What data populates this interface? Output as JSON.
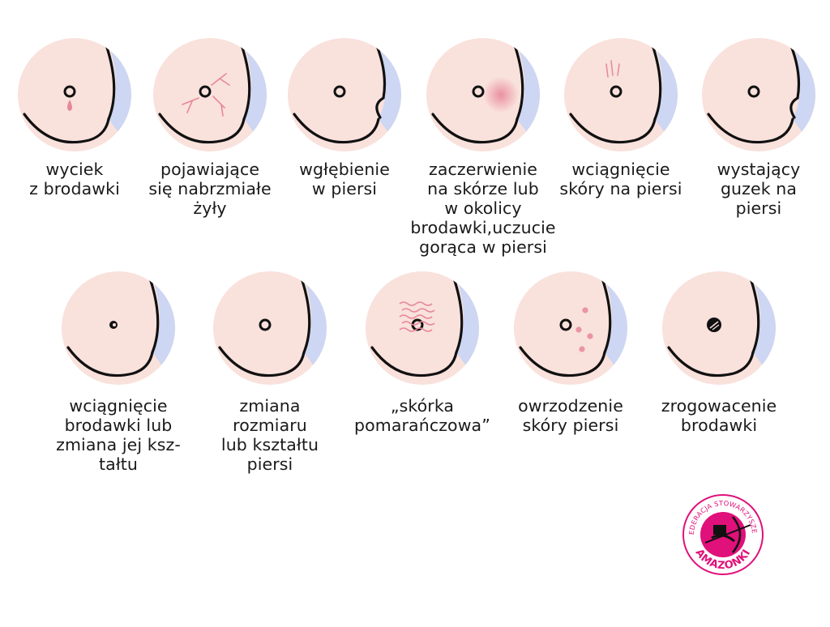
{
  "symptoms_row1": [
    {
      "label": "wyciek\nz brodawki",
      "icon": "nipple-discharge-icon"
    },
    {
      "label": "pojawiające\nsię nabrzmiałe\nżyły",
      "icon": "swollen-veins-icon"
    },
    {
      "label": "wgłębienie\nw piersi",
      "icon": "breast-dimple-icon"
    },
    {
      "label": "zaczerwienie\nna skórze lub\nw okolicy\nbrodawki,uczucie\ngorąca w piersi",
      "icon": "skin-redness-icon"
    },
    {
      "label": "wciągnięcie\nskóry na piersi",
      "icon": "skin-retraction-icon"
    },
    {
      "label": "wystający\nguzek na\npiersi",
      "icon": "protruding-lump-icon"
    }
  ],
  "symptoms_row2": [
    {
      "label": "wciągnięcie\nbrodawki lub\nzmiana jej ksz-\ntałtu",
      "icon": "nipple-retraction-icon"
    },
    {
      "label": "zmiana\nrozmiaru\nlub kształtu\npiersi",
      "icon": "shape-change-icon"
    },
    {
      "label": "„skórka\npomarańczowa”",
      "icon": "orange-peel-skin-icon"
    },
    {
      "label": "owrzodzenie\nskóry piersi",
      "icon": "skin-ulceration-icon"
    },
    {
      "label": "zrogowacenie\nbrodawki",
      "icon": "nipple-scaling-icon"
    }
  ],
  "logo": {
    "top_text": "FEDERACJA STOWARZYSZEŃ",
    "bottom_text": "AMAZONKI",
    "icon": "amazonki-logo-icon"
  },
  "colors": {
    "skin": "#f9e1dc",
    "shadow": "#cdd6f2",
    "outline": "#111111",
    "accent": "#e8879a",
    "brand": "#e0117a"
  }
}
